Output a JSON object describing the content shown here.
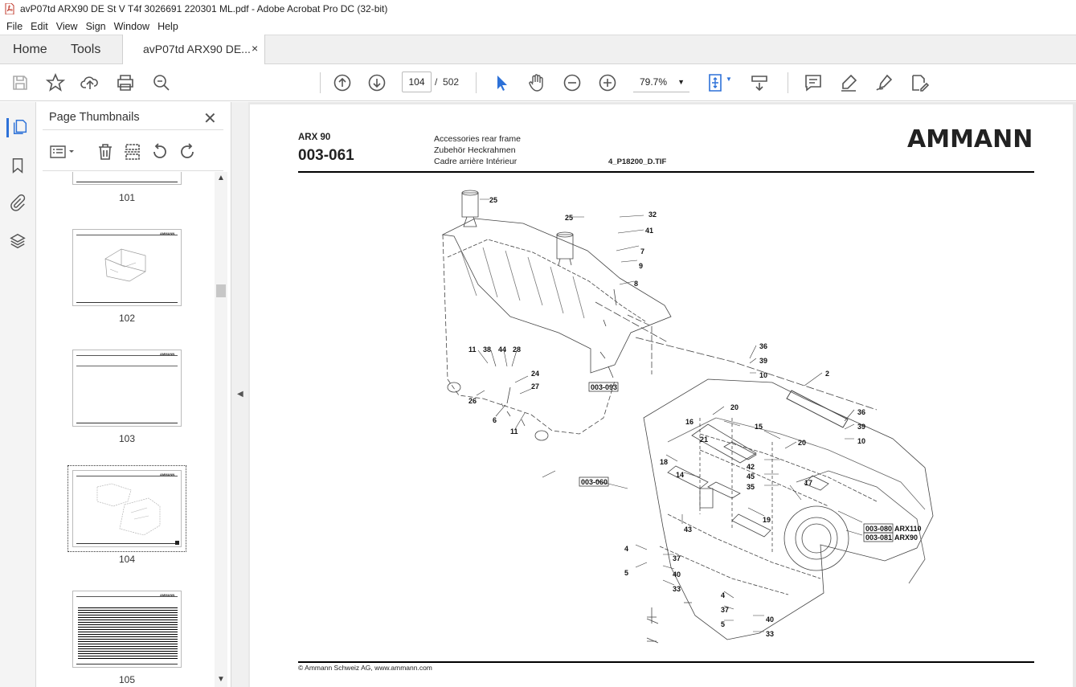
{
  "window": {
    "title": "avP07td ARX90 DE St V T4f 3026691 220301 ML.pdf - Adobe Acrobat Pro DC (32-bit)"
  },
  "menu": [
    "File",
    "Edit",
    "View",
    "Sign",
    "Window",
    "Help"
  ],
  "tabs": {
    "home": "Home",
    "tools": "Tools",
    "document": "avP07td ARX90 DE...",
    "close": "×"
  },
  "toolbar": {
    "current_page": "104",
    "page_sep": "/",
    "total_pages": "502",
    "zoom": "79.7%",
    "icons": [
      "save-icon",
      "bookmark-star-icon",
      "upload-icon",
      "print-icon",
      "zoom-search-icon",
      "page-up-icon",
      "page-down-icon",
      "select-arrow-icon",
      "hand-icon",
      "zoom-out-icon",
      "zoom-in-icon",
      "fit-page-icon",
      "scroll-mode-icon",
      "comment-icon",
      "highlight-icon",
      "sign-icon",
      "edit-pdf-icon"
    ]
  },
  "rail": [
    "page-thumbnails-icon",
    "bookmarks-icon",
    "attachments-icon",
    "layers-icon"
  ],
  "panel": {
    "title": "Page Thumbnails",
    "close": "✕",
    "thumbnails": [
      {
        "label": "101"
      },
      {
        "label": "102"
      },
      {
        "label": "103"
      },
      {
        "label": "104",
        "selected": true
      },
      {
        "label": "105"
      }
    ]
  },
  "document": {
    "model": "ARX 90",
    "code": "003-061",
    "desc_en": "Accessories rear frame",
    "desc_de": "Zubehör Heckrahmen",
    "desc_fr": "Cadre arrière Intérieur",
    "file": "4_P18200_D.TIF",
    "logo": "AMMANN",
    "footer": "© Ammann Schweiz AG, www.ammann.com",
    "refs": {
      "r093": "003-093",
      "r060": "003-060",
      "r080": "003-080",
      "r081": "003-081",
      "arx110": "ARX110",
      "arx90": "ARX90"
    },
    "callouts": {
      "c25a": "25",
      "c25b": "25",
      "c32": "32",
      "c41": "41",
      "c7": "7",
      "c9": "9",
      "c8": "8",
      "c11a": "11",
      "c38": "38",
      "c44": "44",
      "c28": "28",
      "c24": "24",
      "c27": "27",
      "c26": "26",
      "c6": "6",
      "c11b": "11",
      "c36a": "36",
      "c39a": "39",
      "c10a": "10",
      "c2": "2",
      "c20a": "20",
      "c16": "16",
      "c15": "15",
      "c21": "21",
      "c36b": "36",
      "c39b": "39",
      "c10b": "10",
      "c20b": "20",
      "c18": "18",
      "c42": "42",
      "c45": "45",
      "c35": "35",
      "c14": "14",
      "c17": "17",
      "c19": "19",
      "c43": "43",
      "c4a": "4",
      "c37a": "37",
      "c5a": "5",
      "c40a": "40",
      "c33a": "33",
      "c4b": "4",
      "c37b": "37",
      "c5b": "5",
      "c40b": "40",
      "c33b": "33"
    }
  }
}
